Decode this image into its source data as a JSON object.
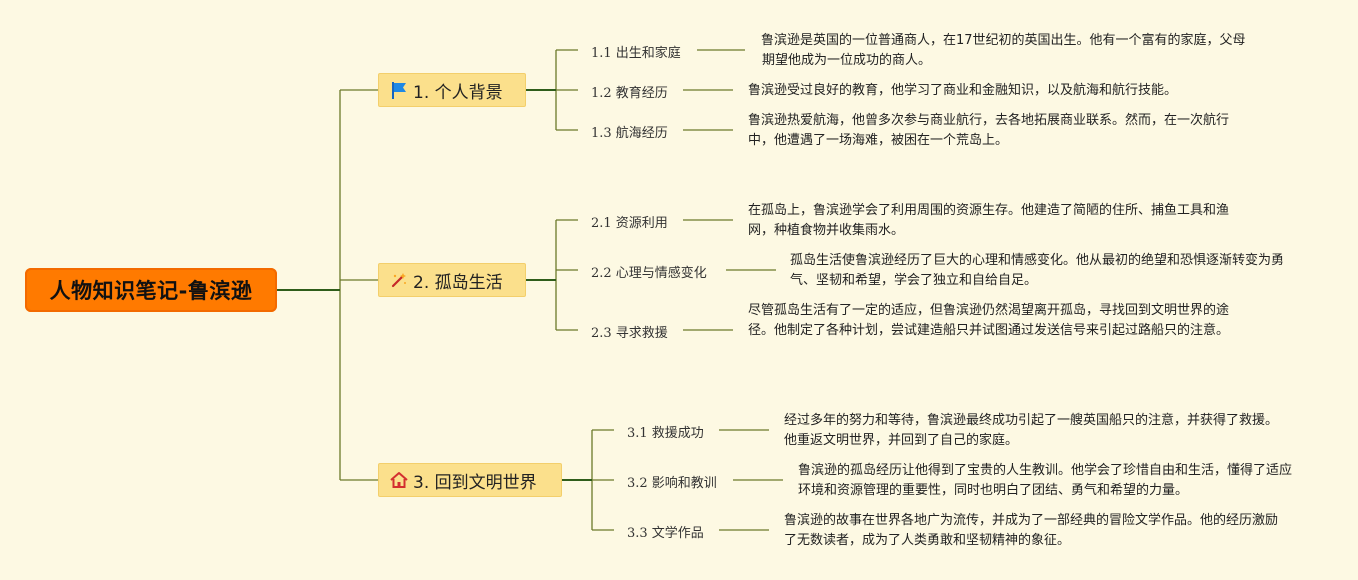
{
  "root": {
    "title": "人物知识笔记-鲁滨逊"
  },
  "branches": [
    {
      "label": "1. 个人背景",
      "icon": "flag-icon",
      "items": [
        {
          "label": "1.1 出生和家庭",
          "text": "鲁滨逊是英国的一位普通商人，在17世纪初的英国出生。他有一个富有的家庭，父母期望他成为一位成功的商人。"
        },
        {
          "label": "1.2 教育经历",
          "text": "鲁滨逊受过良好的教育，他学习了商业和金融知识，以及航海和航行技能。"
        },
        {
          "label": "1.3 航海经历",
          "text": "鲁滨逊热爱航海，他曾多次参与商业航行，去各地拓展商业联系。然而，在一次航行中，他遭遇了一场海难，被困在一个荒岛上。"
        }
      ]
    },
    {
      "label": "2. 孤岛生活",
      "icon": "magic-wand-icon",
      "items": [
        {
          "label": "2.1 资源利用",
          "text": "在孤岛上，鲁滨逊学会了利用周围的资源生存。他建造了简陋的住所、捕鱼工具和渔网，种植食物并收集雨水。"
        },
        {
          "label": "2.2 心理与情感变化",
          "text": "孤岛生活使鲁滨逊经历了巨大的心理和情感变化。他从最初的绝望和恐惧逐渐转变为勇气、坚韧和希望，学会了独立和自给自足。"
        },
        {
          "label": "2.3 寻求救援",
          "text": "尽管孤岛生活有了一定的适应，但鲁滨逊仍然渴望离开孤岛，寻找回到文明世界的途径。他制定了各种计划，尝试建造船只并试图通过发送信号来引起过路船只的注意。"
        }
      ]
    },
    {
      "label": "3. 回到文明世界",
      "icon": "home-icon",
      "items": [
        {
          "label": "3.1 救援成功",
          "text": "经过多年的努力和等待，鲁滨逊最终成功引起了一艘英国船只的注意，并获得了救援。他重返文明世界，并回到了自己的家庭。"
        },
        {
          "label": "3.2 影响和教训",
          "text": "鲁滨逊的孤岛经历让他得到了宝贵的人生教训。他学会了珍惜自由和生活，懂得了适应环境和资源管理的重要性，同时也明白了团结、勇气和希望的力量。"
        },
        {
          "label": "3.3 文学作品",
          "text": "鲁滨逊的故事在世界各地广为流传，并成为了一部经典的冒险文学作品。他的经历激励了无数读者，成为了人类勇敢和坚韧精神的象征。"
        }
      ]
    }
  ],
  "colors": {
    "root": "#ff7a00",
    "branch": "#fbe08c",
    "line": "#556b2f"
  }
}
